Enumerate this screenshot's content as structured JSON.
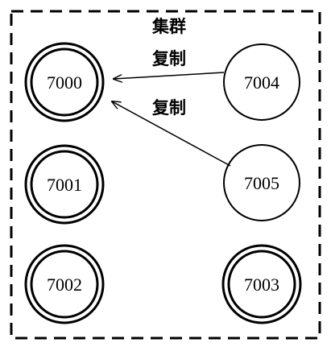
{
  "cluster": {
    "title": "集群"
  },
  "nodes": [
    {
      "id": "7000",
      "label": "7000",
      "style": "double"
    },
    {
      "id": "7001",
      "label": "7001",
      "style": "double"
    },
    {
      "id": "7002",
      "label": "7002",
      "style": "double"
    },
    {
      "id": "7003",
      "label": "7003",
      "style": "double"
    },
    {
      "id": "7004",
      "label": "7004",
      "style": "single"
    },
    {
      "id": "7005",
      "label": "7005",
      "style": "single"
    }
  ],
  "edges": [
    {
      "from": "7004",
      "to": "7000",
      "label": "复制"
    },
    {
      "from": "7005",
      "to": "7000",
      "label": "复制"
    }
  ]
}
